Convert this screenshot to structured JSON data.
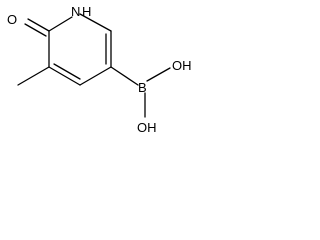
{
  "molecule": {
    "atoms": {
      "ring_nh": "N",
      "ring_nh_h": "H",
      "carbonyl_o": "O",
      "boron": "B",
      "hydroxyl_upper": "OH",
      "hydroxyl_lower": "OH"
    }
  },
  "colors": {
    "bond": "#000000",
    "text": "#000000",
    "background": "#ffffff"
  }
}
